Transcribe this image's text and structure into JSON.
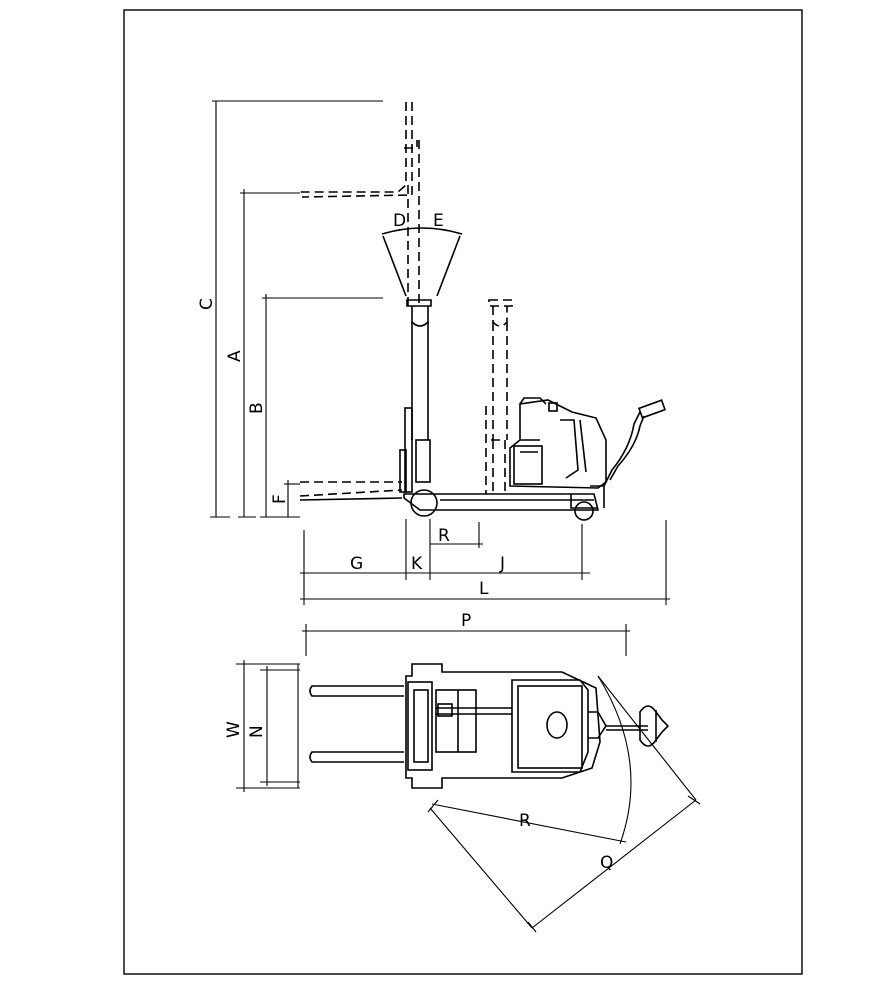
{
  "drawing": {
    "side_view": {
      "dimension_labels": {
        "C": "C",
        "A": "A",
        "B": "B",
        "F": "F",
        "D": "D",
        "E": "E",
        "G": "G",
        "K": "K",
        "R": "R",
        "J": "J",
        "L": "L"
      }
    },
    "top_view": {
      "dimension_labels": {
        "P": "P",
        "W": "W",
        "N": "N",
        "R": "R",
        "Q": "Q"
      }
    }
  }
}
